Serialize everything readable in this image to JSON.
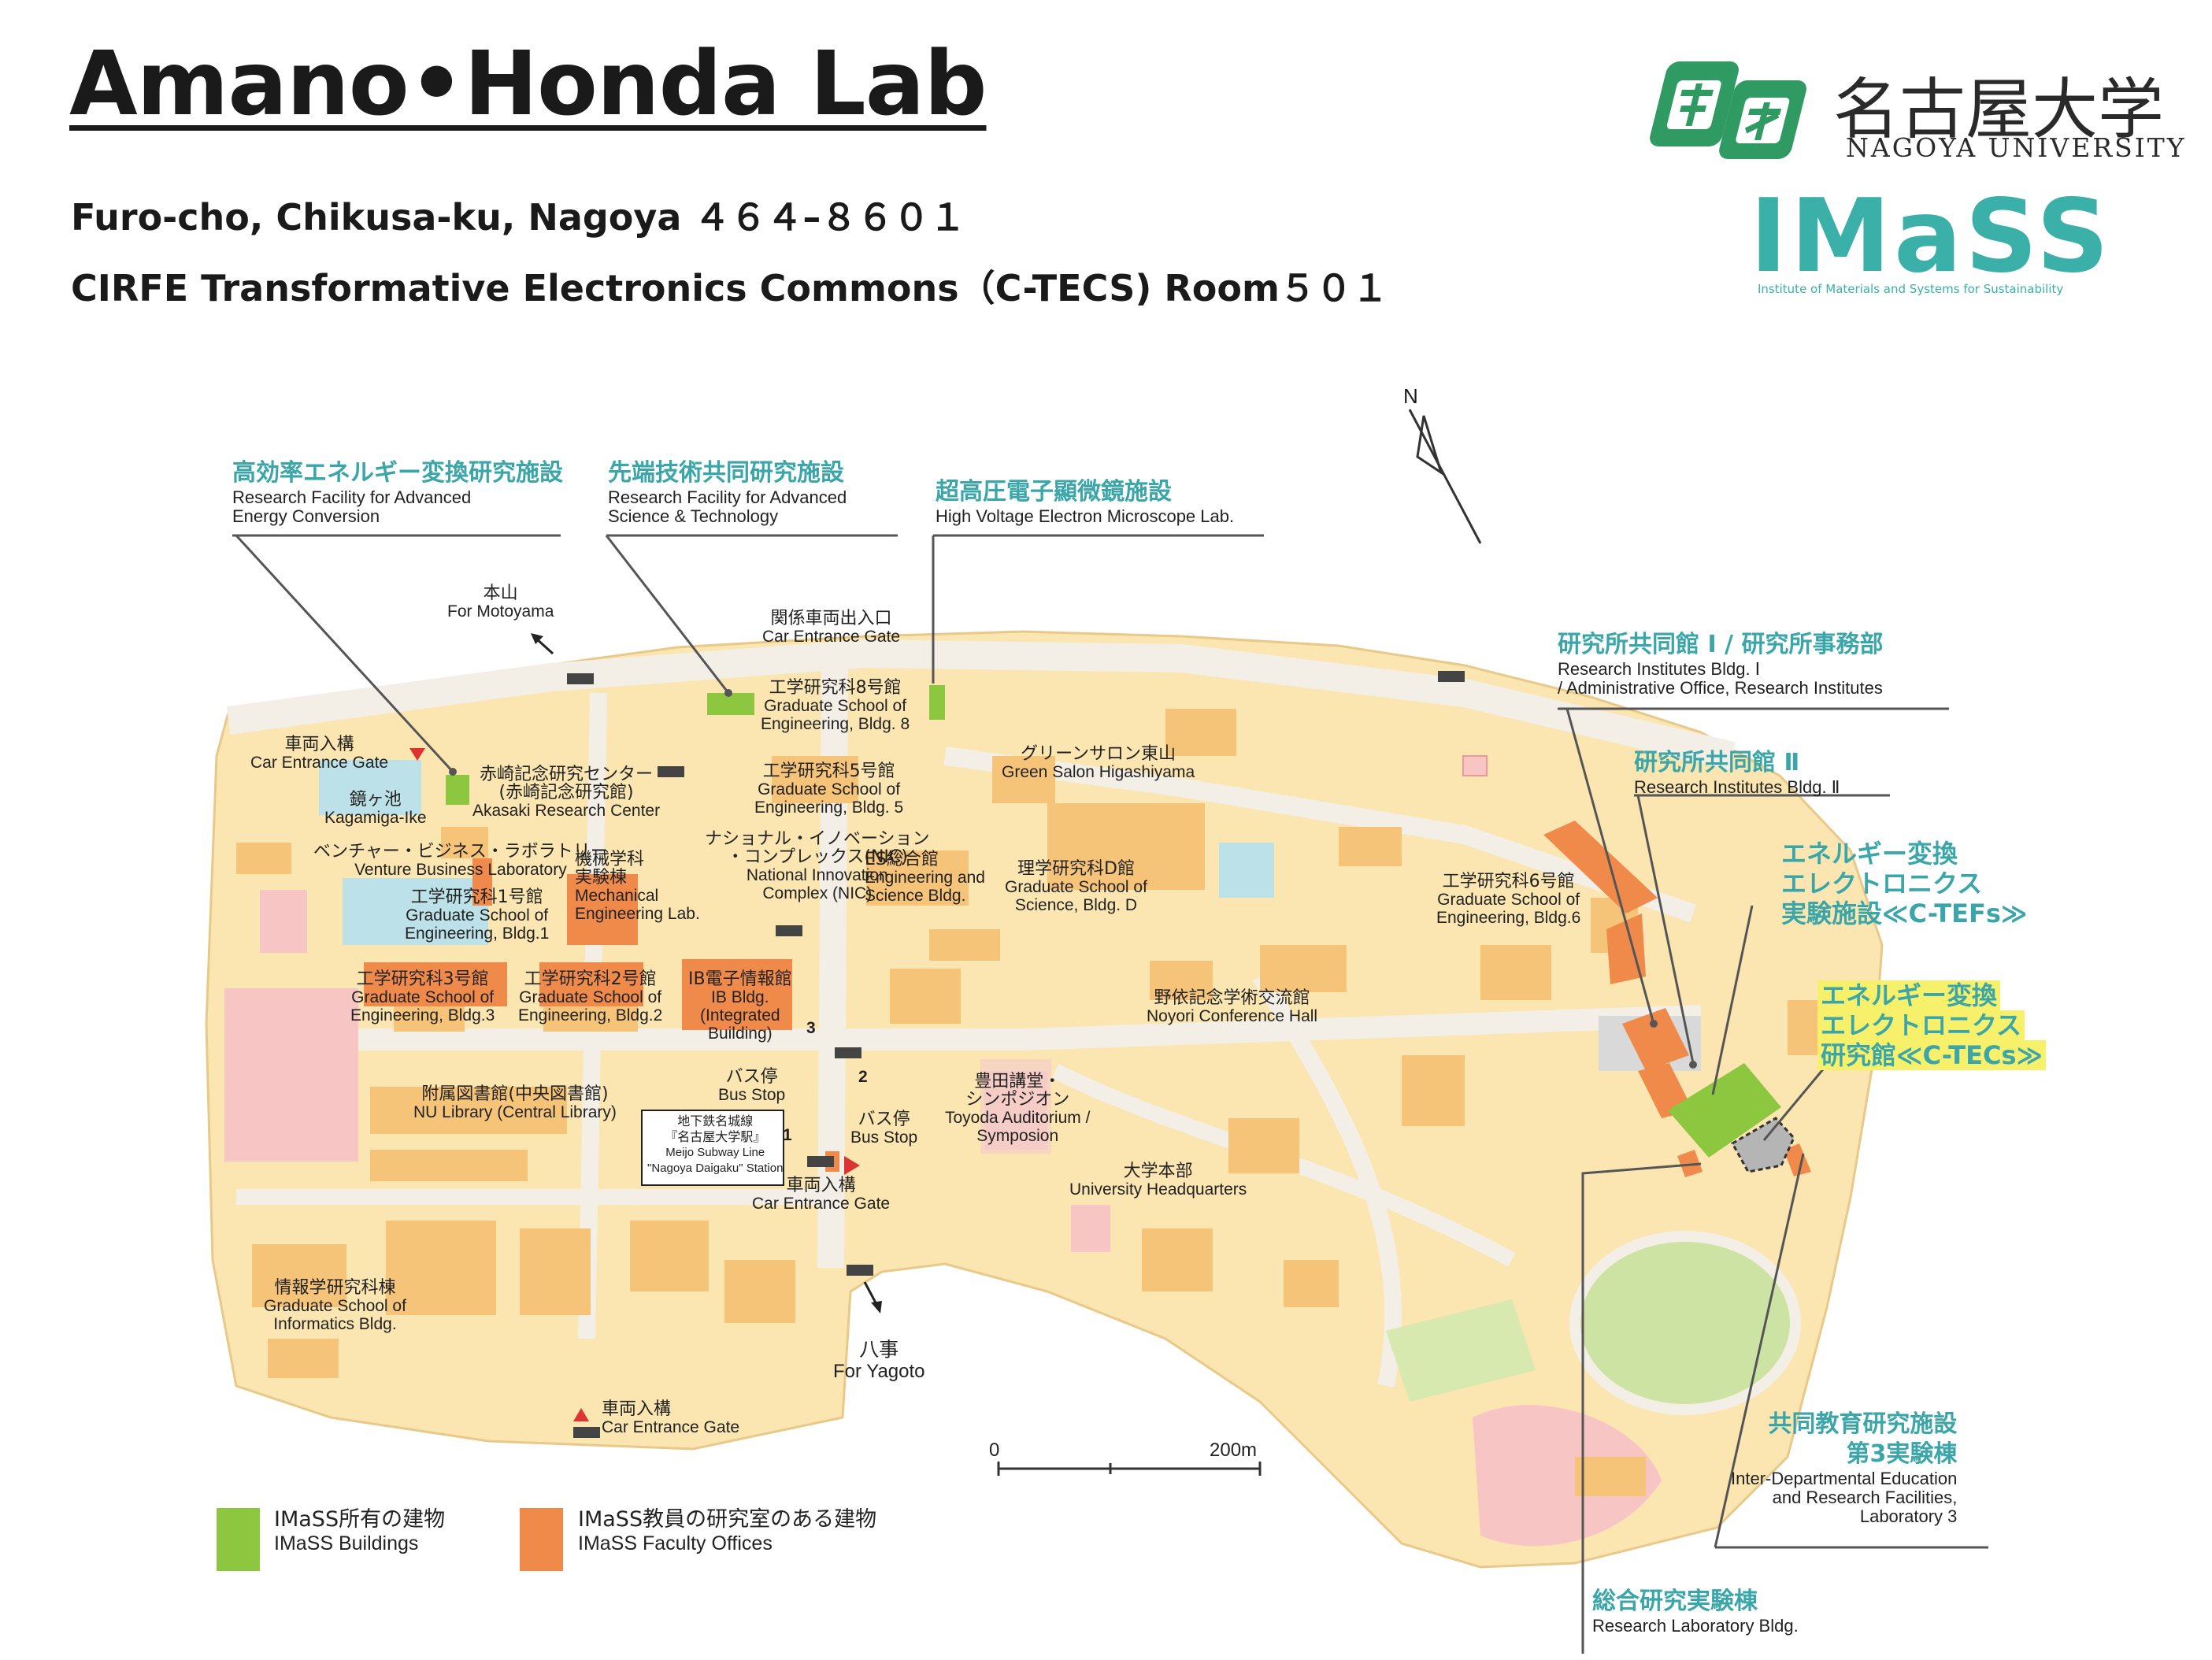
{
  "header": {
    "title": "Amano•Honda Lab",
    "address_line1": "Furo-cho, Chikusa-ku, Nagoya ４６４–８６０１",
    "address_line2": "CIRFE Transformative Electronics Commons（C-TECS) Room５０１"
  },
  "logos": {
    "university_jp": "名古屋大学",
    "university_en": "NAGOYA UNIVERSITY",
    "imass": "IMaSS",
    "imass_tagline": "Institute of Materials and Systems for Sustainability"
  },
  "map": {
    "north": "N",
    "callouts": {
      "energy_conv_jp": "高効率エネルギー変換研究施設",
      "energy_conv_en1": "Research Facility for Advanced",
      "energy_conv_en2": "Energy Conversion",
      "adv_sci_jp": "先端技術共同研究施設",
      "adv_sci_en1": "Research Facility for Advanced",
      "adv_sci_en2": "Science & Technology",
      "hvem_jp": "超高圧電子顯微鏡施設",
      "hvem_en": "High Voltage Electron Microscope Lab.",
      "rib1_jp": "研究所共同館 Ⅰ / 研究所事務部",
      "rib1_en1": "Research Institutes Bldg. Ⅰ",
      "rib1_en2": "/ Administrative Office, Research Institutes",
      "rib2_jp": "研究所共同館 Ⅱ",
      "rib2_en": "Research Institutes Bldg. Ⅱ",
      "ctefs_l1": "エネルギー変換",
      "ctefs_l2": "エレクトロニクス",
      "ctefs_l3": "実験施設≪C-TEFs≫",
      "ctecs_l1": "エネルギー変換",
      "ctecs_l2": "エレクトロニクス",
      "ctecs_l3": "研究館≪C-TECs≫",
      "lab3_jp1": "共同教育研究施設",
      "lab3_jp2": "第3実験棟",
      "lab3_en1": "Inter-Departmental Education",
      "lab3_en2": "and Research Facilities,",
      "lab3_en3": "Laboratory 3",
      "rlb_jp": "総合研究実験棟",
      "rlb_en": "Research Laboratory Bldg."
    },
    "labels": {
      "motoyama_jp": "本山",
      "motoyama_en": "For Motoyama",
      "gate_n_jp": "関係車両出入口",
      "gate_n_en": "Car Entrance Gate",
      "eng8_jp": "工学研究科8号館",
      "eng8_en1": "Graduate School of",
      "eng8_en2": "Engineering, Bldg. 8",
      "gate_w_jp": "車両入構",
      "gate_w_en": "Car Entrance Gate",
      "akasaki_jp1": "赤崎記念研究センター",
      "akasaki_jp2": "(赤崎記念研究館)",
      "akasaki_en": "Akasaki Research Center",
      "eng5_jp": "工学研究科5号館",
      "eng5_en1": "Graduate School of",
      "eng5_en2": "Engineering, Bldg. 5",
      "green_jp": "グリーンサロン東山",
      "green_en": "Green Salon Higashiyama",
      "pond_jp": "鏡ヶ池",
      "pond_en": "Kagamiga-Ike",
      "vbl_jp": "ベンチャー・ビジネス・ラボラトリー",
      "vbl_en": "Venture Business Laboratory",
      "mech_jp1": "機械学科",
      "mech_jp2": "実験棟",
      "mech_en1": "Mechanical",
      "mech_en2": "Engineering Lab.",
      "nic_jp1": "ナショナル・イノベーション",
      "nic_jp2": "・コンプレックス(NIC)",
      "nic_en1": "National Innovation",
      "nic_en2": "Complex (NIC)",
      "es_jp": "ES総合館",
      "es_en1": "Engineering and",
      "es_en2": "Science Bldg.",
      "scid_jp": "理学研究科D館",
      "scid_en1": "Graduate School of",
      "scid_en2": "Science, Bldg. D",
      "eng6_jp": "工学研究科6号館",
      "eng6_en1": "Graduate School of",
      "eng6_en2": "Engineering, Bldg.6",
      "eng1_jp": "工学研究科1号館",
      "eng1_en1": "Graduate School of",
      "eng1_en2": "Engineering, Bldg.1",
      "eng3_jp": "工学研究科3号館",
      "eng3_en1": "Graduate School of",
      "eng3_en2": "Engineering, Bldg.3",
      "eng2_jp": "工学研究科2号館",
      "eng2_en1": "Graduate School of",
      "eng2_en2": "Engineering, Bldg.2",
      "ib_jp": "IB電子情報館",
      "ib_en1": "IB Bldg.",
      "ib_en2": "(Integrated",
      "ib_en3": "Building)",
      "noyori_jp": "野依記念学術交流館",
      "noyori_en": "Noyori Conference Hall",
      "bus1_jp": "バス停",
      "bus1_en": "Bus Stop",
      "bus2_jp": "バス停",
      "bus2_en": "Bus Stop",
      "lib_jp": "附属図書館(中央図書館)",
      "lib_en": "NU Library (Central Library)",
      "subway_l1": "地下鉄名城線",
      "subway_l2": "『名古屋大学駅』",
      "subway_l3": "Meijo Subway Line",
      "subway_l4": "\"Nagoya Daigaku\" Station",
      "toyoda_jp1": "豊田講堂・",
      "toyoda_jp2": "シンポジオン",
      "toyoda_en1": "Toyoda Auditorium /",
      "toyoda_en2": "Symposion",
      "gate_s_jp": "車両入構",
      "gate_s_en": "Car Entrance Gate",
      "hq_jp": "大学本部",
      "hq_en": "University Headquarters",
      "info_jp": "情報学研究科棟",
      "info_en1": "Graduate School of",
      "info_en2": "Informatics Bldg.",
      "yagoto_jp": "八事",
      "yagoto_en": "For Yagoto",
      "gate_sw_jp": "車両入構",
      "gate_sw_en": "Car Entrance Gate",
      "exit1": "1",
      "exit2": "2",
      "exit3": "3"
    },
    "scale": {
      "start": "0",
      "end": "200m"
    }
  },
  "legend": {
    "green_jp": "IMaSS所有の建物",
    "green_en": "IMaSS Buildings",
    "orange_jp": "IMaSS教員の研究室のある建物",
    "orange_en": "IMaSS Faculty Offices"
  },
  "colors": {
    "campus": "#fbe5b0",
    "building": "#f6c479",
    "imass_green": "#8dc63f",
    "imass_orange": "#f08a4b",
    "teal": "#3aa6a9",
    "highlight": "#f7f06a"
  }
}
